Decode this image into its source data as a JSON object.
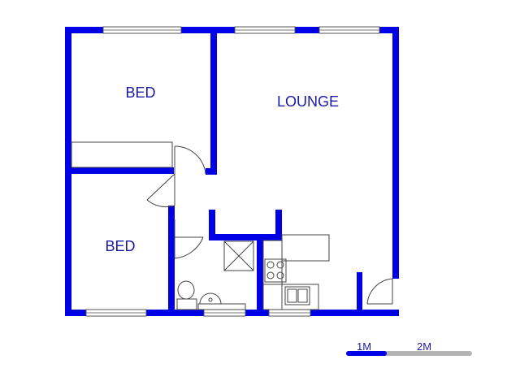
{
  "rooms": {
    "bed_top": "BED",
    "lounge": "LOUNGE",
    "bed_bottom": "BED"
  },
  "scale_bar": {
    "label_1": "1M",
    "label_2": "2M",
    "color_done": "#0000e6",
    "color_rest": "#b4b4b4"
  },
  "colors": {
    "wall": "#0000e6",
    "text": "#1a1aa6",
    "fixture_line": "#444444"
  }
}
